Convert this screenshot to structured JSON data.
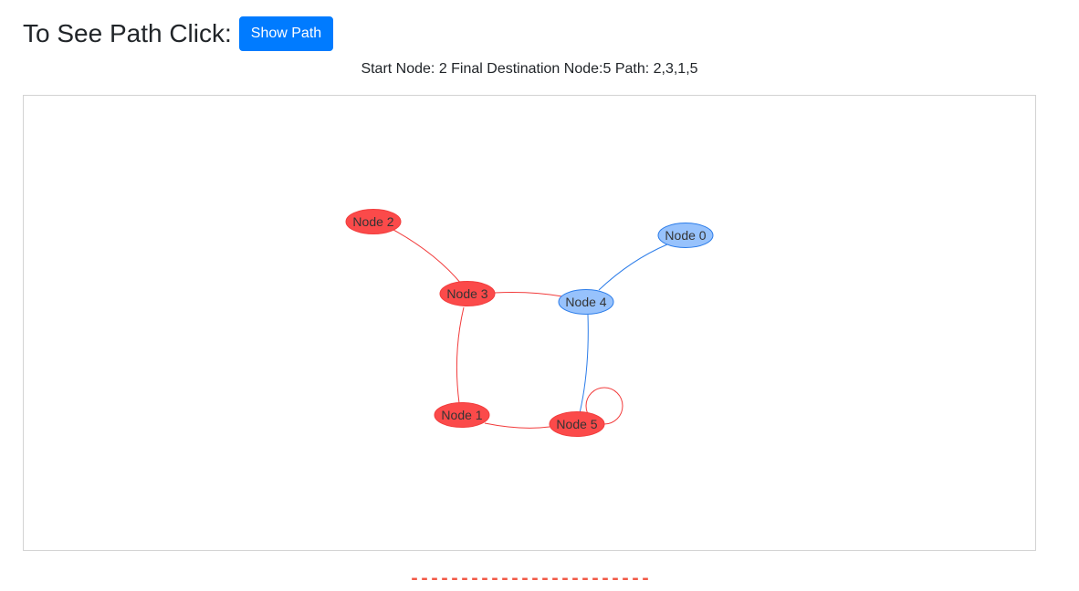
{
  "header": {
    "title": "To See Path Click:",
    "button_label": "Show Path"
  },
  "path_info": {
    "text": "Start Node: 2 Final Destination Node:5 Path: 2,3,1,5"
  },
  "graph": {
    "colors": {
      "path": "#fb4a4a",
      "path_border": "#f23c3c",
      "default": "#97c2fc",
      "default_border": "#2b7ce9",
      "label": "#343434"
    },
    "nodes": [
      {
        "id": 0,
        "label": "Node 0",
        "on_path": false
      },
      {
        "id": 1,
        "label": "Node 1",
        "on_path": true
      },
      {
        "id": 2,
        "label": "Node 2",
        "on_path": true
      },
      {
        "id": 3,
        "label": "Node 3",
        "on_path": true
      },
      {
        "id": 4,
        "label": "Node 4",
        "on_path": false
      },
      {
        "id": 5,
        "label": "Node 5",
        "on_path": true
      }
    ],
    "edges": [
      {
        "from": 2,
        "to": 3,
        "on_path": true
      },
      {
        "from": 3,
        "to": 4,
        "on_path": true
      },
      {
        "from": 3,
        "to": 1,
        "on_path": true
      },
      {
        "from": 1,
        "to": 5,
        "on_path": true
      },
      {
        "from": 5,
        "to": 5,
        "on_path": true
      },
      {
        "from": 4,
        "to": 0,
        "on_path": false
      },
      {
        "from": 4,
        "to": 5,
        "on_path": false
      }
    ]
  },
  "divider": {
    "text": "------------------------"
  }
}
